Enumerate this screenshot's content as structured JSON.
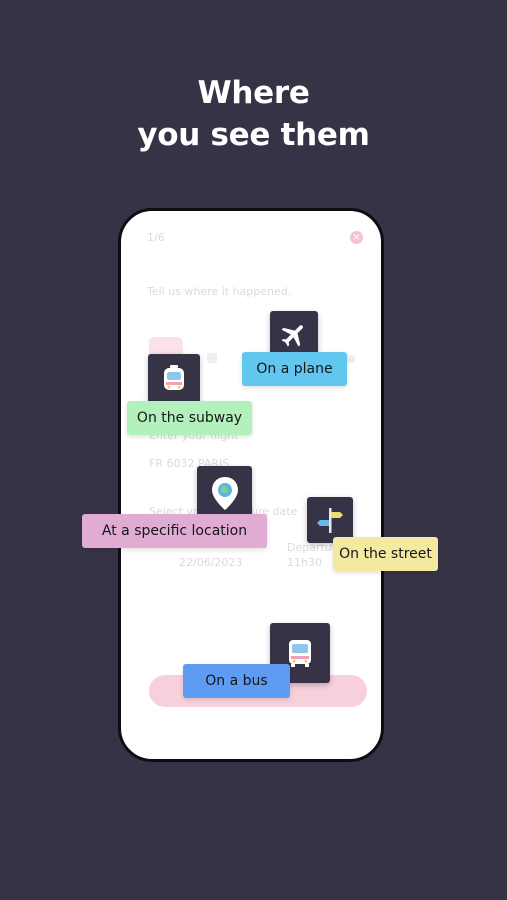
{
  "headline": {
    "line1": "Where",
    "line2": "you see them"
  },
  "phone": {
    "step": "1/6",
    "close_icon": "close-icon",
    "prompt": "Tell us where it happened.",
    "button": "",
    "faded_text": {
      "flight_label": "Enter your flight",
      "flight_value": "FR 6032 PARIS",
      "date_label": "Select your departure date",
      "date_value": "22/06/2023",
      "time_label": "Departure",
      "time_value": "11h30"
    }
  },
  "chips": {
    "plane": {
      "label": "On a plane",
      "color": "#62c7ef",
      "icon": "airplane-icon"
    },
    "subway": {
      "label": "On the subway",
      "color": "#b2f0bc",
      "icon": "subway-icon"
    },
    "location": {
      "label": "At a specific location",
      "color": "#e1acd4",
      "icon": "map-pin-icon"
    },
    "street": {
      "label": "On the street",
      "color": "#f3ea9f",
      "icon": "signpost-icon"
    },
    "bus": {
      "label": "On a bus",
      "color": "#5e9bf2",
      "icon": "bus-icon"
    }
  },
  "colors": {
    "background": "#363347",
    "tile": "#363347",
    "phone_frame": "#0e0d12"
  }
}
